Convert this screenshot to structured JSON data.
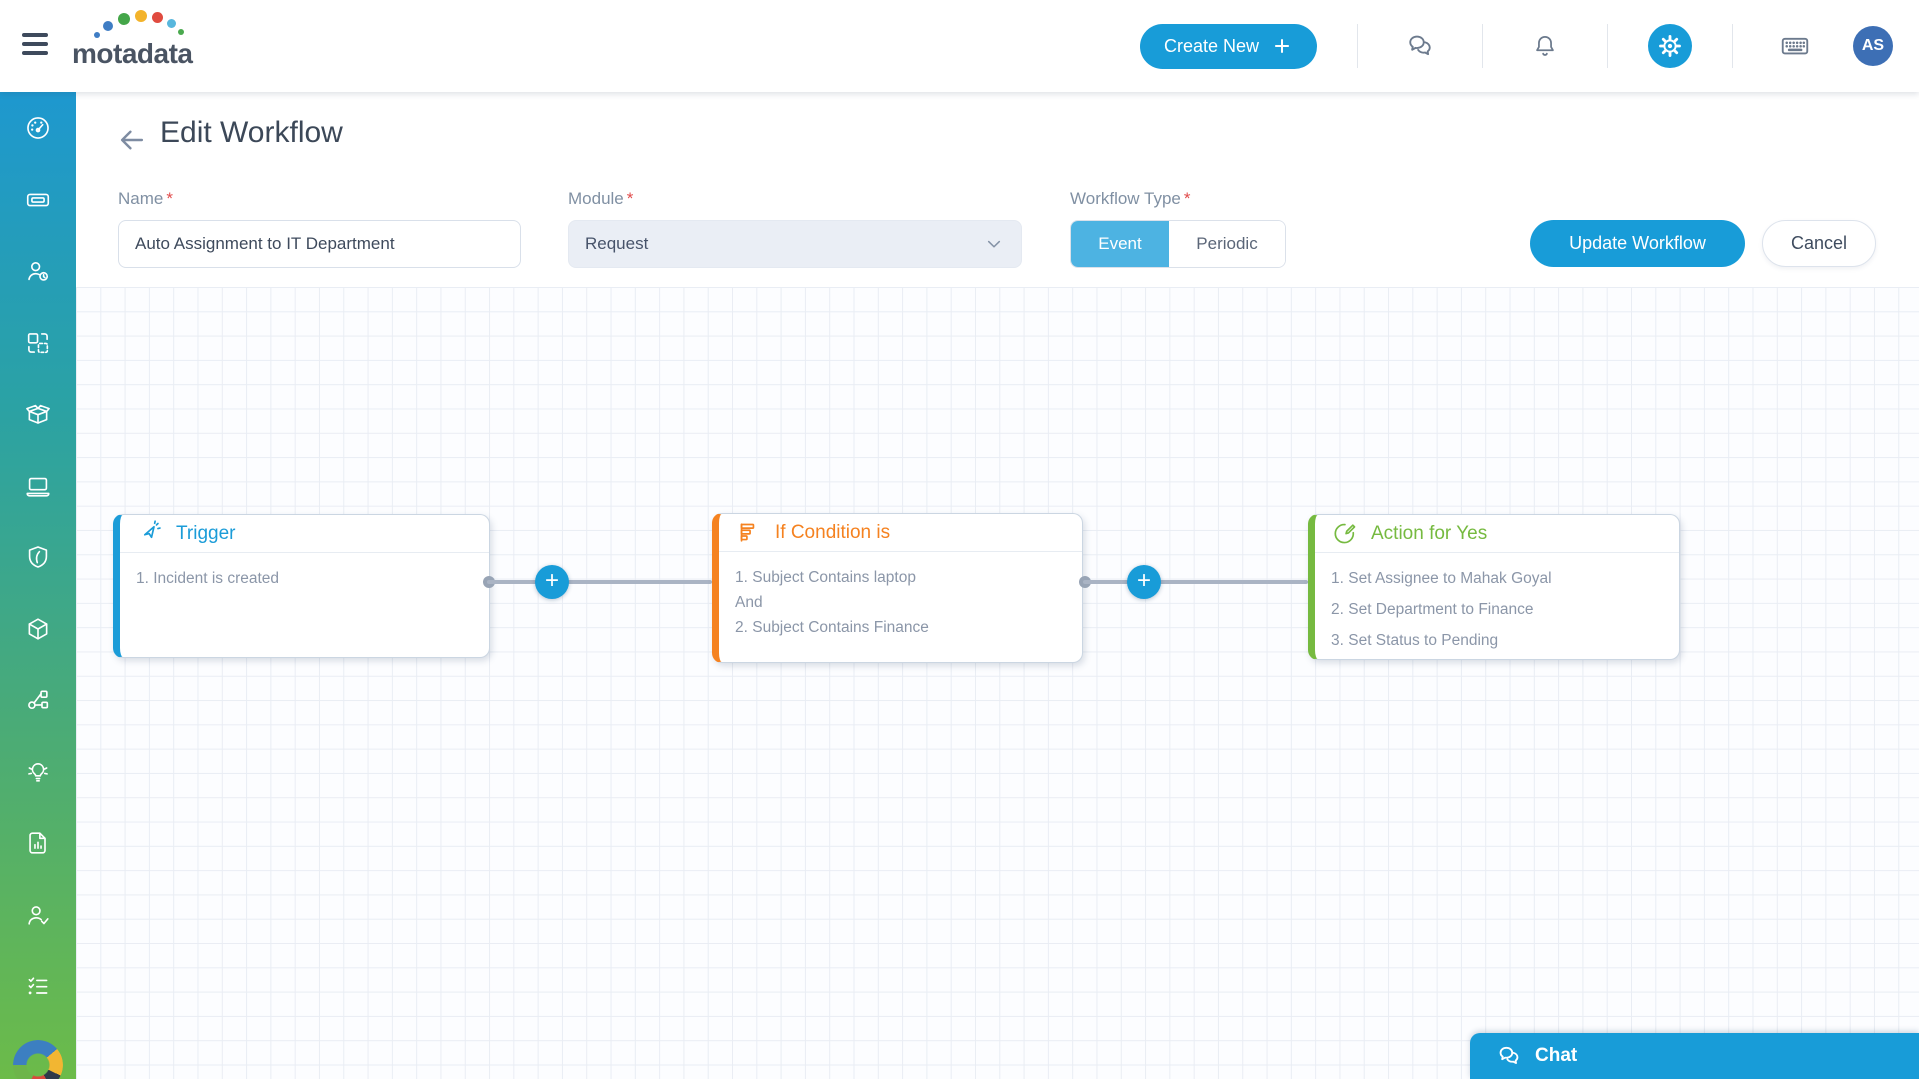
{
  "header": {
    "logo_text": "motadata",
    "create_new_label": "Create New",
    "avatar_initials": "AS",
    "icons": [
      "hamburger-menu",
      "plus",
      "chat-bubbles",
      "notification-bell",
      "settings-gear",
      "keyboard",
      "user-avatar"
    ]
  },
  "sidebar": {
    "icons": [
      "dashboard-gauge",
      "ticket",
      "requester-user-clock",
      "change-swap",
      "release-open-box",
      "asset-laptop",
      "security-shield",
      "cmdb-cube",
      "topology-network",
      "knowledge-bulb",
      "report-document",
      "approval-user-check",
      "task-checklist",
      "motadata-ring-logo"
    ]
  },
  "page": {
    "title": "Edit Workflow"
  },
  "form": {
    "name_label": "Name",
    "name_value": "Auto Assignment to IT Department",
    "module_label": "Module",
    "module_value": "Request",
    "workflow_type_label": "Workflow Type",
    "required_marker": "*",
    "type_options": [
      "Event",
      "Periodic"
    ],
    "type_selected": "Event",
    "update_button": "Update Workflow",
    "cancel_button": "Cancel"
  },
  "canvas": {
    "connector_plus_label": "+",
    "nodes": [
      {
        "title": "Trigger",
        "icon": "trigger-cursor-click",
        "accent_color": "#1b9cd8",
        "lines": [
          "1. Incident is created"
        ]
      },
      {
        "title": "If Condition is",
        "icon": "condition-filter-list",
        "accent_color": "#f58220",
        "lines": [
          "1. Subject Contains laptop",
          "And",
          "2. Subject Contains Finance"
        ]
      },
      {
        "title": "Action for Yes",
        "icon": "action-edit-circle",
        "accent_color": "#76ba40",
        "lines": [
          "1. Set Assignee to Mahak Goyal",
          "2. Set Department to Finance",
          "3. Set Status to Pending"
        ]
      }
    ]
  },
  "chat": {
    "label": "Chat"
  },
  "colors": {
    "primary_blue": "#189cd8",
    "toggle_active_blue": "#4db3e2",
    "trigger_blue": "#1b9cd8",
    "condition_orange": "#f58220",
    "action_green": "#76ba40",
    "avatar_blue": "#3d6fb5",
    "sidebar_gradient_top": "#1e98cf",
    "sidebar_gradient_bottom": "#6cbb49"
  }
}
